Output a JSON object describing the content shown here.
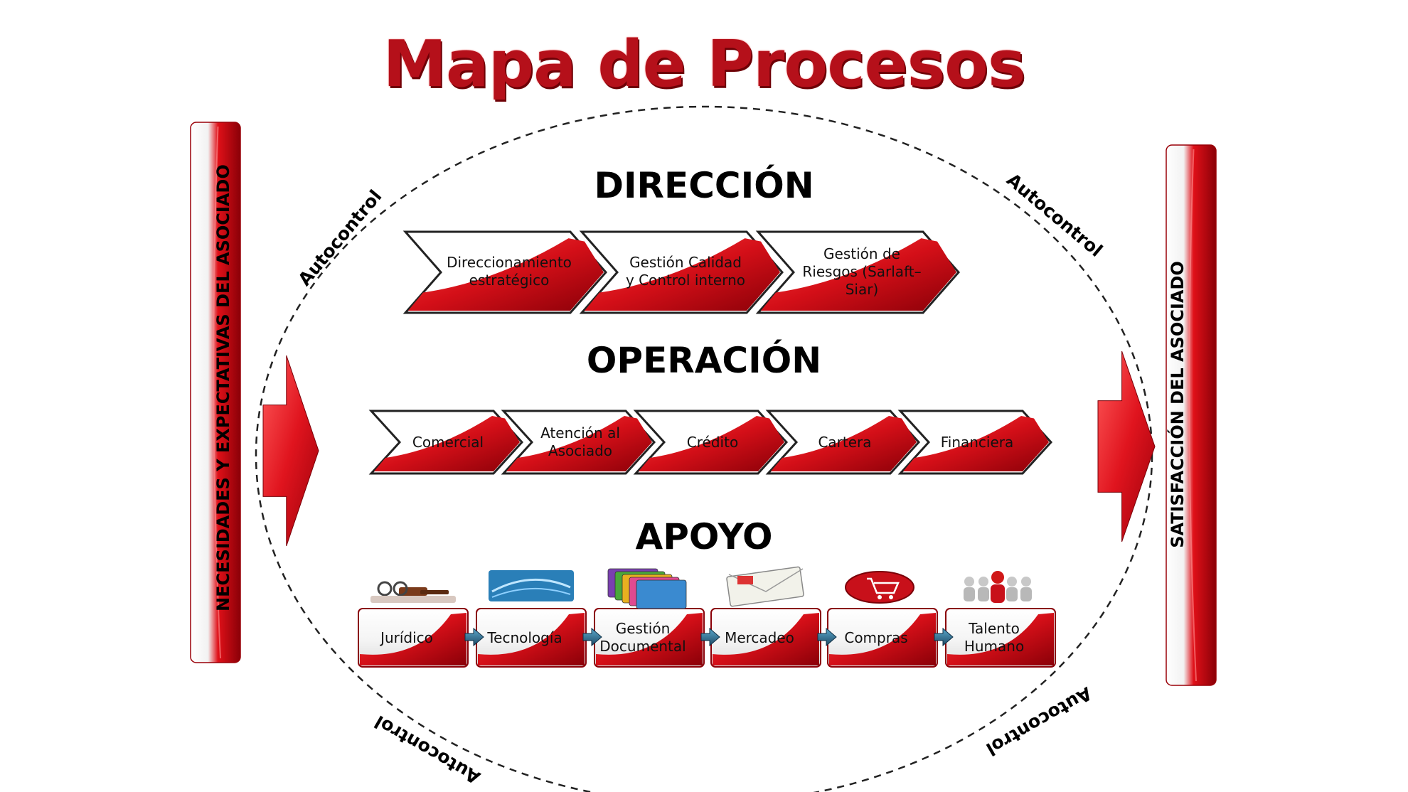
{
  "title": "Mapa de Procesos",
  "left_bar_label": "NECESIDADES Y EXPECTATIVAS DEL ASOCIADO",
  "right_bar_label": "SATISFACCIÓN DEL ASOCIADO",
  "autocontrol_label": "Autocontrol",
  "sections": {
    "direccion": {
      "heading": "DIRECCIÓN",
      "items": [
        "Direccionamiento estratégico",
        "Gestión Calidad y Control interno",
        "Gestión de Riesgos (Sarlaft– Siar)"
      ]
    },
    "operacion": {
      "heading": "OPERACIÓN",
      "items": [
        "Comercial",
        "Atención al Asociado",
        "Crédito",
        "Cartera",
        "Financiera"
      ]
    },
    "apoyo": {
      "heading": "APOYO",
      "items": [
        {
          "label": "Jurídico",
          "icon": "gavel-glasses-icon"
        },
        {
          "label": "Tecnología",
          "icon": "technology-icon"
        },
        {
          "label": "Gestión Documental",
          "icon": "folders-icon"
        },
        {
          "label": "Mercadeo",
          "icon": "envelope-icon"
        },
        {
          "label": "Compras",
          "icon": "shopping-cart-icon"
        },
        {
          "label": "Talento Humano",
          "icon": "people-icon"
        }
      ]
    }
  },
  "colors": {
    "accent_red": "#c8101a",
    "dark_red": "#7a0008",
    "title_red": "#b5101a",
    "arrow_blue": "#1f5a7a"
  }
}
